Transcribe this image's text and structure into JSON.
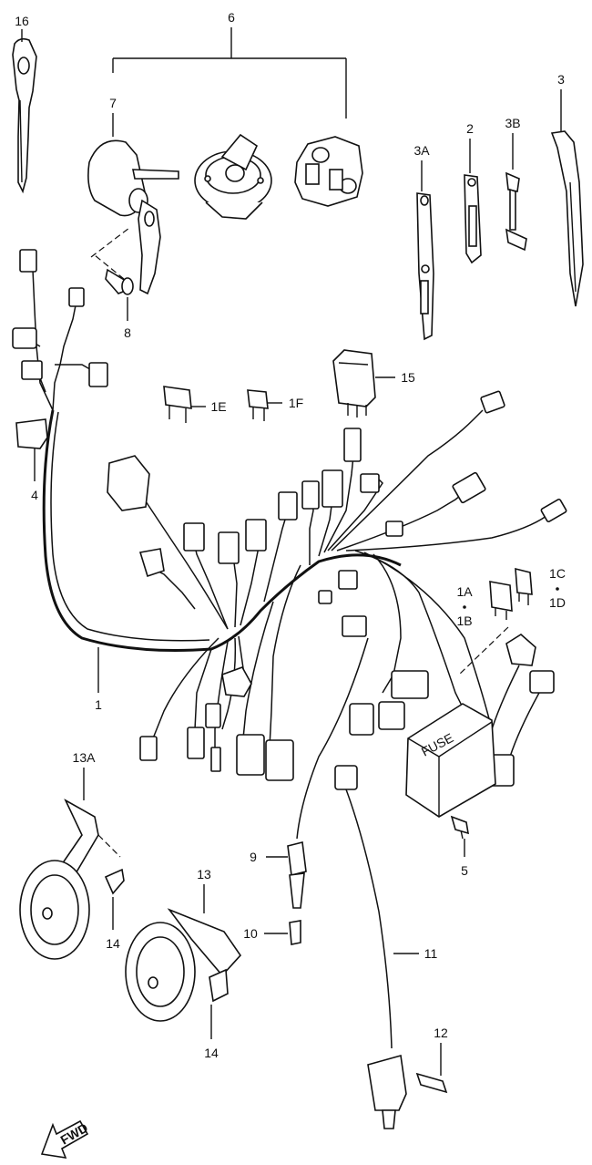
{
  "labels": {
    "p16": "16",
    "p6": "6",
    "p7": "7",
    "p8": "8",
    "p3": "3",
    "p2": "2",
    "p3A": "3A",
    "p3B": "3B",
    "p15": "15",
    "p1E": "1E",
    "p1F": "1F",
    "p4": "4",
    "p1": "1",
    "p1A": "1A",
    "p1B": "1B",
    "p1C": "1C",
    "p1D": "1D",
    "p5": "5",
    "p13A": "13A",
    "p13": "13",
    "p14a": "14",
    "p14b": "14",
    "p9": "9",
    "p10": "10",
    "p11": "11",
    "p12": "12"
  },
  "fuse_box_text": "FUSE",
  "fwd_text": "FWD",
  "icons": [
    "key-icon",
    "ignition-switch-icon",
    "fuel-cap-lock-icon",
    "seat-lock-icon",
    "relay-icon",
    "fuse-icon",
    "horn-icon",
    "clamp-icon",
    "screw-icon",
    "sensor-icon",
    "fwd-arrow-icon"
  ]
}
